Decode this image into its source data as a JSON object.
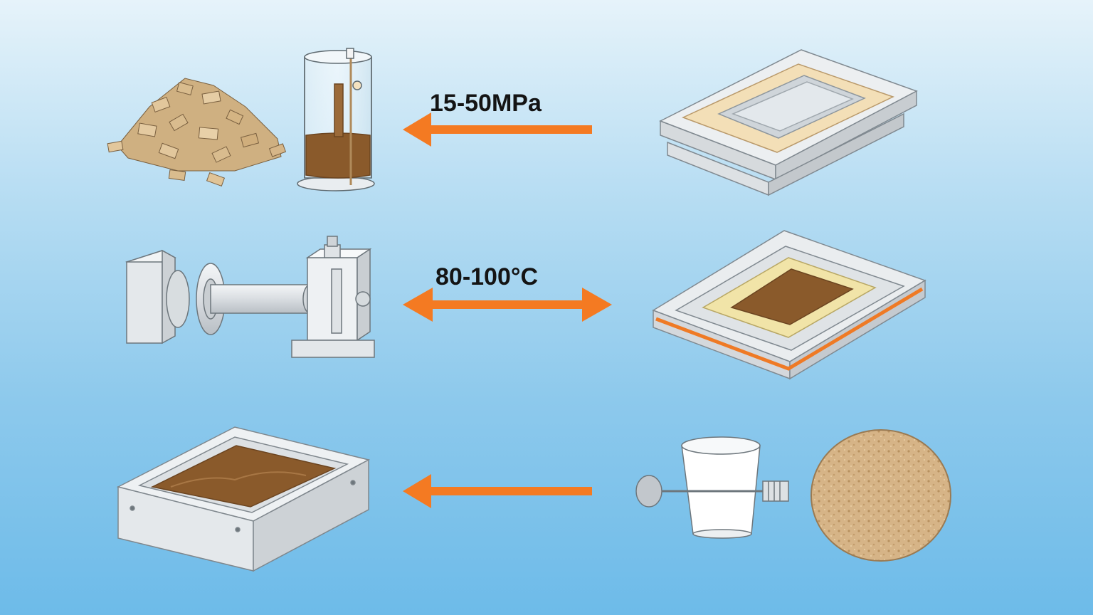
{
  "diagram": {
    "labels": {
      "pressure": "15-50MPa",
      "temperature": "80-100°C"
    },
    "arrows": [
      {
        "from": "flat-mold-press",
        "to": "cylinder-vessel",
        "direction": "left"
      },
      {
        "from": "pipe-extruder",
        "to": "heated-mold",
        "direction": "both"
      },
      {
        "from": "cup-mixer",
        "to": "open-tray",
        "direction": "left"
      }
    ],
    "colors": {
      "arrow": "#f47a22",
      "material": "#8a5a2b",
      "chip": "#d9bc8e",
      "equipment": "#eef0f2",
      "heating": "#ef7a25",
      "disk": "#d6b487"
    },
    "icons": [
      "chip-pile-icon",
      "cylinder-vessel-icon",
      "flat-mold-press-icon",
      "pipe-extruder-icon",
      "heated-mold-icon",
      "open-tray-icon",
      "cup-mixer-icon",
      "pressed-disk-icon"
    ]
  }
}
